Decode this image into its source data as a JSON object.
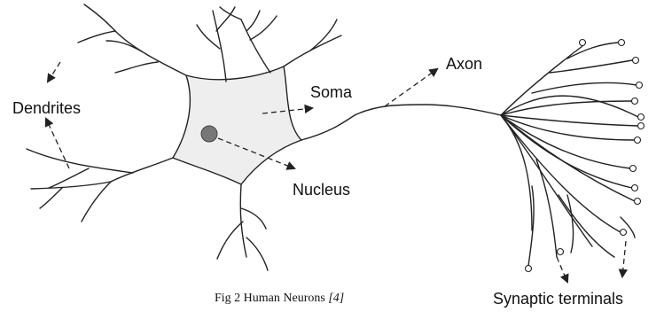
{
  "labels": {
    "dendrites": "Dendrites",
    "soma": "Soma",
    "axon": "Axon",
    "nucleus": "Nucleus",
    "synaptic_terminals": "Synaptic terminals"
  },
  "caption": {
    "text": "Fig 2 Human Neurons ",
    "ref": "[4]"
  },
  "colors": {
    "line": "#222222",
    "soma_fill": "#eeeeee",
    "nucleus_fill": "#777777"
  }
}
